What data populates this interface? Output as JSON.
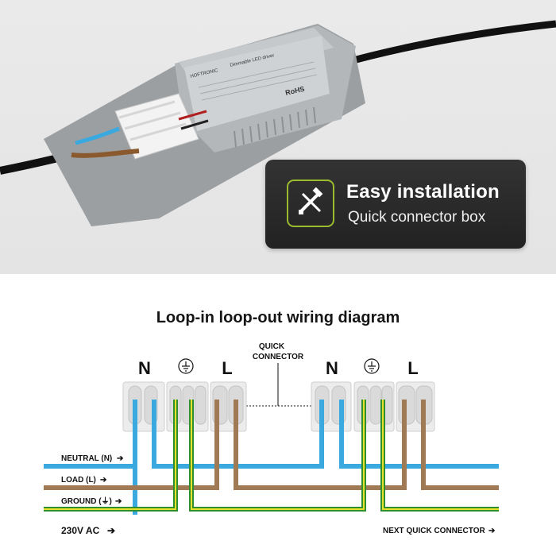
{
  "banner": {
    "title": "Easy installation",
    "subtitle": "Quick connector box",
    "icon": "screwdriver-hammer-icon",
    "accent_color": "#9bbb2e"
  },
  "device_label": {
    "brand": "HOFTRONIC",
    "model_line": "Dimmable LED driver",
    "certifications": "RoHS"
  },
  "diagram": {
    "title": "Loop-in loop-out wiring diagram",
    "connector_callout_line1": "QUICK",
    "connector_callout_line2": "CONNECTOR",
    "left_terminals": {
      "neutral": "N",
      "earth": "earth-symbol",
      "live": "L"
    },
    "right_terminals": {
      "neutral": "N",
      "earth": "earth-symbol",
      "live": "L"
    },
    "wires": {
      "neutral": {
        "label": "NEUTRAL (N)",
        "color": "#3aa9e0"
      },
      "load": {
        "label": "LOAD (L)",
        "color": "#a07a55"
      },
      "ground": {
        "label": "GROUND (⏚)",
        "color": "#2f8f2f"
      }
    },
    "supply_label": "230V AC",
    "next_label": "NEXT QUICK CONNECTOR"
  }
}
